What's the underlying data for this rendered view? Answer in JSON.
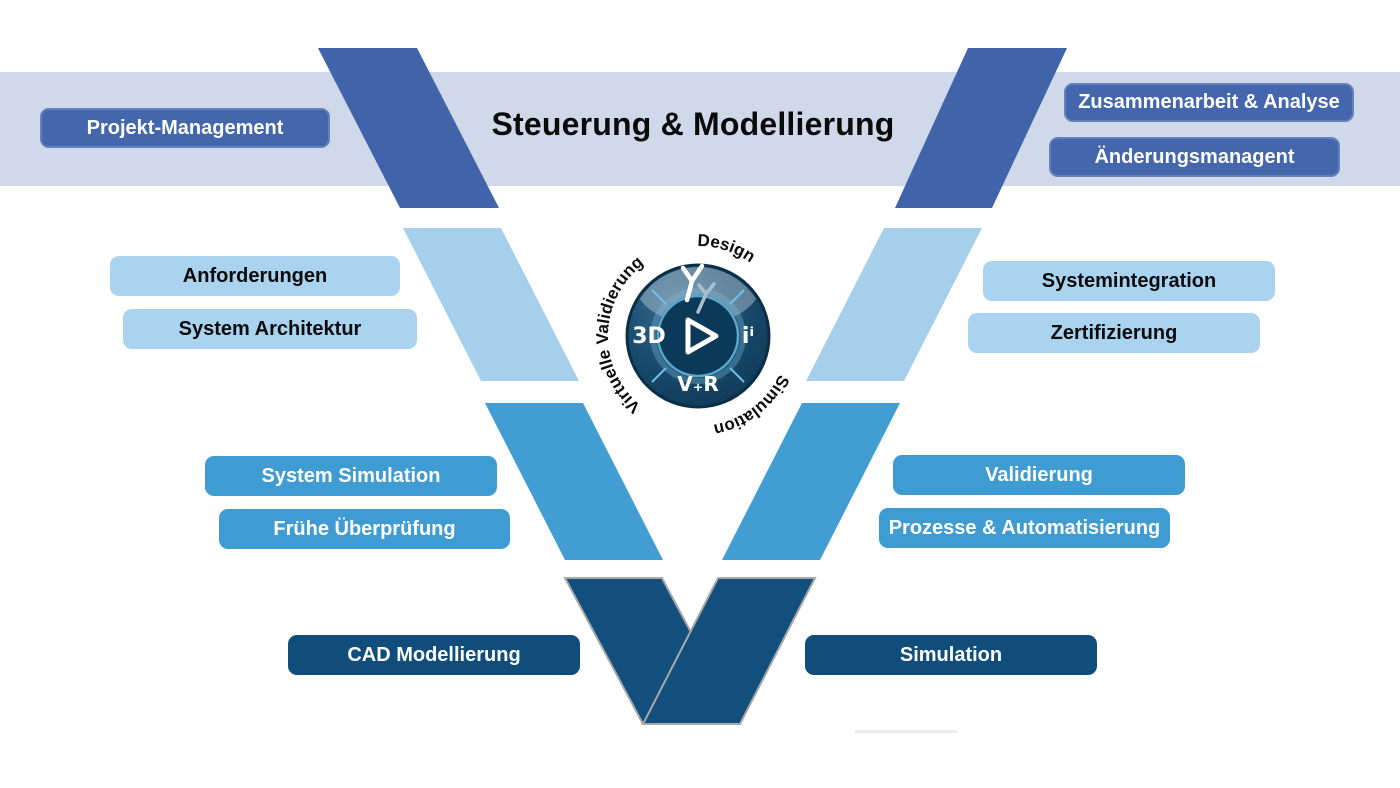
{
  "banner": {
    "title": "Steuerung & Modellierung",
    "project_button": "Projekt-Management",
    "collab_button": "Zusammenarbeit & Analyse",
    "change_button": "Änderungsmanagent"
  },
  "left_column": {
    "requirements": "Anforderungen",
    "system_architecture": "System Architektur",
    "system_simulation": "System Simulation",
    "early_verification": "Frühe Überprüfung",
    "cad_modelling": "CAD Modellierung"
  },
  "right_column": {
    "system_integration": "Systemintegration",
    "certification": "Zertifizierung",
    "validation": "Validierung",
    "processes_automation": "Prozesse & Automatisierung",
    "simulation": "Simulation"
  },
  "logo": {
    "arc_top": "Design",
    "arc_left": "Virtuelle Validierung",
    "arc_right": "Simulation",
    "label_3d": "3D",
    "label_ii": "iⁱ",
    "label_vr": "V₊R"
  },
  "colors": {
    "banner_bg": "#d0d9ea",
    "dark_blue_band": "#4063a9",
    "dark_blue_pill": "#4366ac",
    "light_blue": "#a6cfec",
    "medium_blue": "#3f9cd3",
    "navy": "#134f7c",
    "v_outline_gray": "#a8a8a8",
    "title_text": "#0a0a0a"
  }
}
